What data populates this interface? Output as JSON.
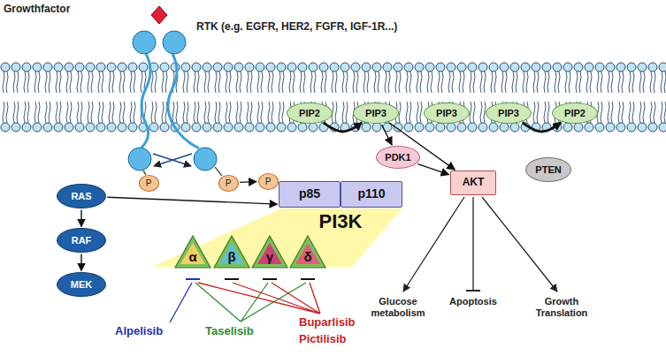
{
  "diagram": {
    "nodes": [
      {
        "text": [
          "PIP2"
        ]
      },
      {
        "text": [
          "PIP3"
        ]
      },
      {
        "text": [
          "PIP3"
        ]
      },
      {
        "text": [
          "PIP3"
        ]
      },
      {
        "text": [
          "PIP2"
        ]
      },
      {
        "text": [
          "PDK1"
        ]
      },
      {
        "text": [
          "AKT"
        ]
      },
      {
        "text": [
          "PTEN"
        ]
      },
      {
        "text": [
          "P"
        ]
      },
      {
        "text": [
          "P"
        ]
      },
      {
        "text": [
          "P"
        ]
      },
      {
        "text": [
          "p85"
        ]
      },
      {
        "text": [
          "p110"
        ]
      },
      {
        "text": [
          "RAS"
        ]
      },
      {
        "text": [
          "RAF"
        ]
      },
      {
        "text": [
          "MEK"
        ]
      },
      {
        "text": [
          "α"
        ]
      },
      {
        "text": [
          "β"
        ]
      },
      {
        "text": [
          "γ"
        ]
      },
      {
        "text": [
          "δ"
        ]
      }
    ],
    "edges": [
      {
        "from": 0,
        "to": 1,
        "arrow": "to"
      },
      {
        "from": 1,
        "to": 5,
        "arrow": "to"
      },
      {
        "from": 1,
        "to": 6,
        "arrow": "to"
      },
      {
        "from": 5,
        "to": 6,
        "arrow": "to"
      },
      {
        "from": 3,
        "to": 4,
        "arrow": "to"
      },
      {
        "from": 13,
        "to": 14,
        "arrow": "to"
      },
      {
        "from": 14,
        "to": 15,
        "arrow": "to"
      },
      {
        "from": 13,
        "to": 11,
        "arrow": "to"
      },
      {
        "from": 9,
        "to": 10,
        "arrow": "to"
      }
    ],
    "labels": [
      "Growthfactor",
      "RTK (e.g. EGFR, HER2, FGFR, IGF-1R...)",
      "PI3K",
      "Alpelisib",
      "Taselisib",
      "Buparlisib",
      "Pictilisib",
      "Glucose metabolism",
      "Apoptosis",
      "Growth Translation"
    ]
  }
}
